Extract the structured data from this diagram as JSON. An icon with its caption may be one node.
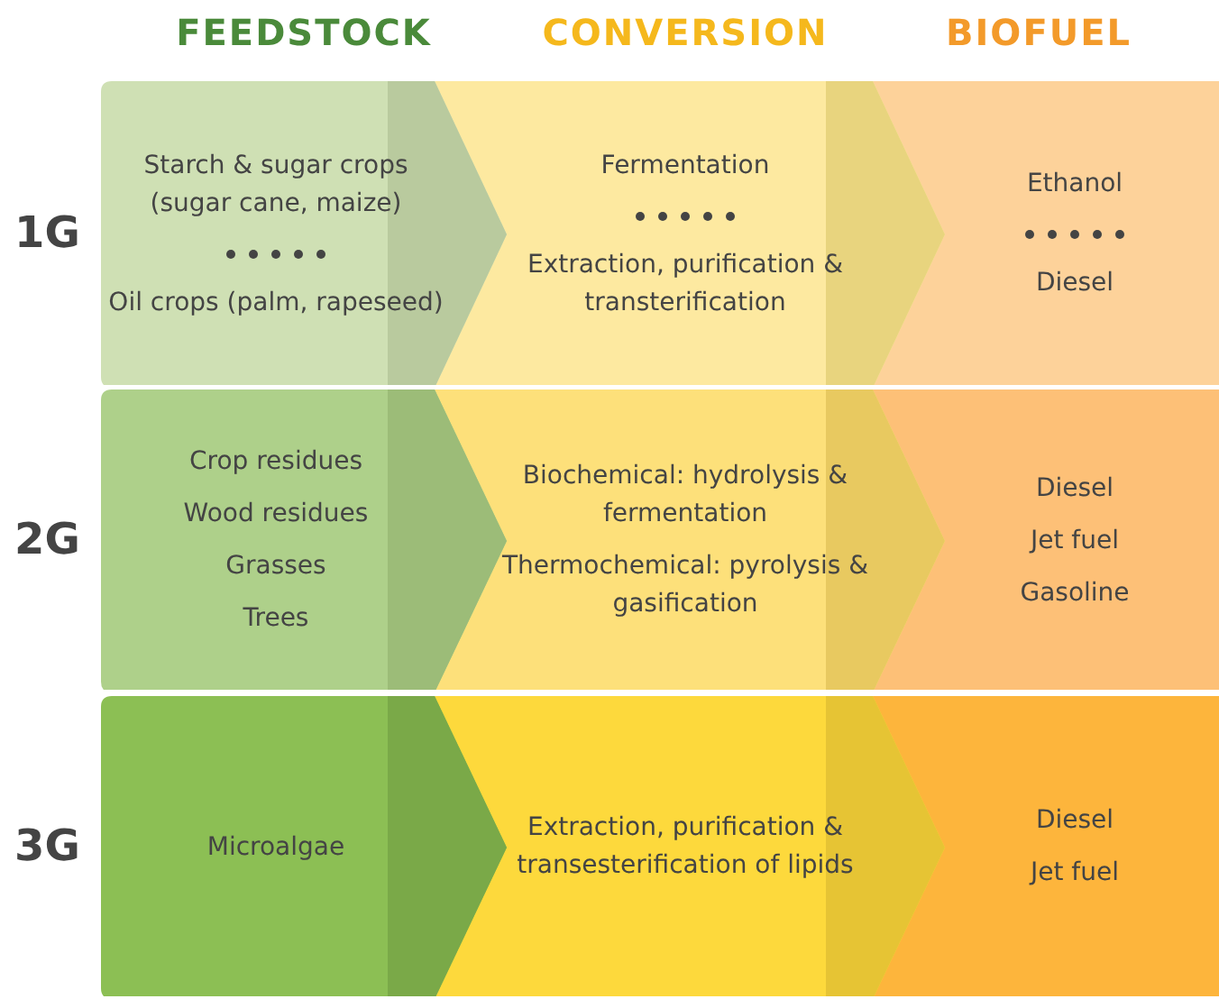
{
  "diagram": {
    "nodes": [
      {
        "text": [
          "Starch & sugar crops (sugar cane, maize)",
          "Oil crops (palm, rapeseed)"
        ]
      },
      {
        "text": [
          "Fermentation",
          "Extraction, purification & transterification"
        ]
      },
      {
        "text": [
          "Ethanol",
          "Diesel"
        ]
      },
      {
        "text": [
          "Crop residues",
          "Wood residues",
          "Grasses",
          "Trees"
        ]
      },
      {
        "text": [
          "Biochemical: hydrolysis & fermentation",
          "Thermochemical: pyrolysis & gasification"
        ]
      },
      {
        "text": [
          "Diesel",
          "Jet fuel",
          "Gasoline"
        ]
      },
      {
        "text": [
          "Microalgae"
        ]
      },
      {
        "text": [
          "Extraction, purification & transesterification of lipids"
        ]
      },
      {
        "text": [
          "Diesel",
          "Jet fuel"
        ]
      }
    ],
    "labels": [
      "FEEDSTOCK",
      "CONVERSION",
      "BIOFUEL",
      "1G",
      "2G",
      "3G"
    ]
  }
}
